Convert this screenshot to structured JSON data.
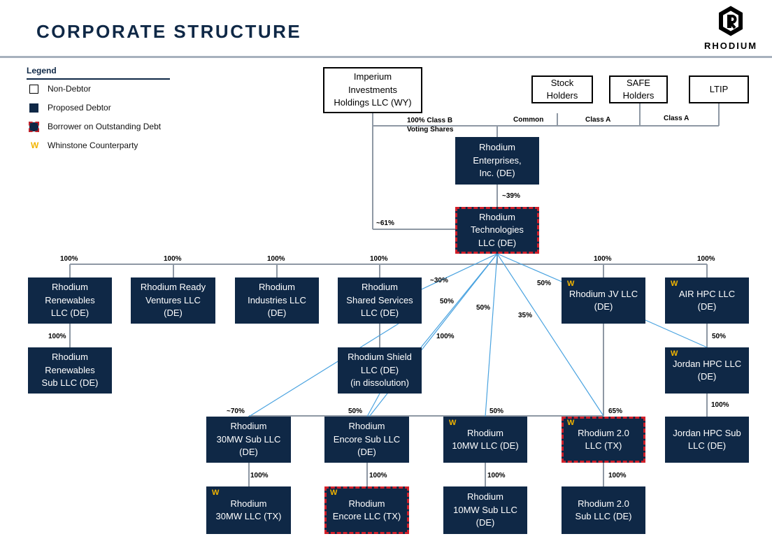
{
  "header": {
    "title": "CORPORATE STRUCTURE",
    "logo_text": "RHODIUM"
  },
  "legend": {
    "title": "Legend",
    "items": [
      {
        "label": "Non-Debtor"
      },
      {
        "label": "Proposed Debtor"
      },
      {
        "label": "Borrower on Outstanding Debt"
      },
      {
        "label": "Whinstone Counterparty",
        "marker": "W"
      }
    ]
  },
  "colors": {
    "debtor": "#0f2846",
    "borrower_border": "#d11f2a",
    "whinstone": "#f2b400",
    "connector": "#8e98a4",
    "joint_line": "#4aa3e0"
  },
  "entities": {
    "imperium": {
      "name": "Imperium\nInvestments\nHoldings LLC (WY)"
    },
    "stock": {
      "name": "Stock\nHolders"
    },
    "safe": {
      "name": "SAFE\nHolders"
    },
    "ltip": {
      "name": "LTIP"
    },
    "enterprises": {
      "name": "Rhodium\nEnterprises,\nInc. (DE)"
    },
    "technologies": {
      "name": "Rhodium\nTechnologies\nLLC (DE)"
    },
    "renewables": {
      "name": "Rhodium\nRenewables\nLLC (DE)"
    },
    "ready": {
      "name": "Rhodium Ready\nVentures LLC\n(DE)"
    },
    "industries": {
      "name": "Rhodium\nIndustries LLC\n(DE)"
    },
    "shared": {
      "name": "Rhodium\nShared Services\nLLC (DE)"
    },
    "jv": {
      "name": "Rhodium JV LLC\n(DE)"
    },
    "air": {
      "name": "AIR HPC LLC\n(DE)"
    },
    "renewables_sub": {
      "name": "Rhodium\nRenewables\nSub LLC (DE)"
    },
    "shield": {
      "name": "Rhodium Shield\nLLC (DE)\n(in dissolution)"
    },
    "jordan": {
      "name": "Jordan HPC LLC\n(DE)"
    },
    "mw30sub": {
      "name": "Rhodium\n30MW Sub LLC\n(DE)"
    },
    "encoresub": {
      "name": "Rhodium\nEncore Sub LLC\n(DE)"
    },
    "mw10": {
      "name": "Rhodium\n10MW LLC (DE)"
    },
    "r20": {
      "name": "Rhodium 2.0\nLLC (TX)"
    },
    "jordansub": {
      "name": "Jordan HPC Sub\nLLC (DE)"
    },
    "mw30tx": {
      "name": "Rhodium\n30MW LLC (TX)"
    },
    "encoretx": {
      "name": "Rhodium\nEncore LLC (TX)"
    },
    "mw10sub": {
      "name": "Rhodium\n10MW Sub LLC\n(DE)"
    },
    "r20sub": {
      "name": "Rhodium 2.0\nSub LLC (DE)"
    }
  },
  "whinstone_marker": "W",
  "ownership": {
    "class_b": "100% Class B\nVoting Shares",
    "common": "Common",
    "class_a_1": "Class A",
    "class_a_2": "Class A",
    "ent_tech": "~39%",
    "imp_tech": "~61%",
    "renewables": "100%",
    "ready": "100%",
    "industries": "100%",
    "shared": "100%",
    "jv": "100%",
    "air": "100%",
    "shared_30mw": "~30%",
    "shield": "50%",
    "tech_10mw": "50%",
    "tech_jv": "50%",
    "tech_r20": "35%",
    "shared_shield": "100%",
    "renew_sub": "100%",
    "air_jordan": "50%",
    "mw30sub": "~70%",
    "encoresub": "50%",
    "mw10": "50%",
    "r20": "65%",
    "jordan_sub": "100%",
    "mw30tx": "100%",
    "encoretx": "100%",
    "mw10sub": "100%",
    "r20sub": "100%"
  }
}
